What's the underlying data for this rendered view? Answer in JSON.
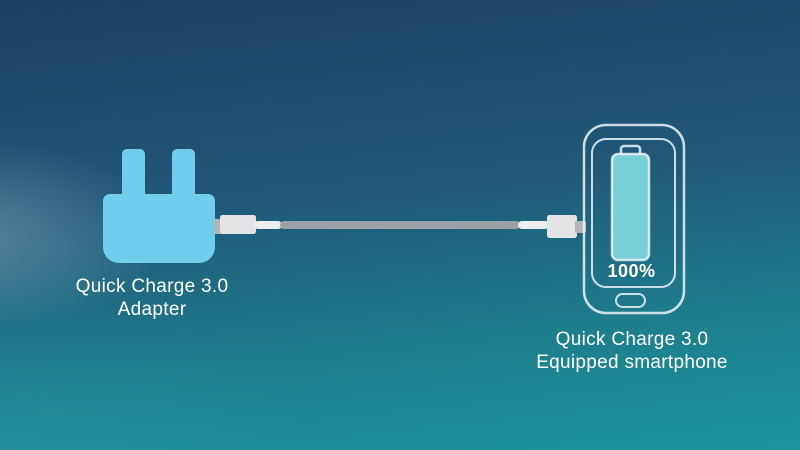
{
  "adapter": {
    "label_line1": "Quick Charge 3.0",
    "label_line2": "Adapter"
  },
  "phone": {
    "battery_percent": "100%",
    "label_line1": "Quick Charge 3.0",
    "label_line2": "Equipped smartphone"
  },
  "colors": {
    "bg_top": "#1d3f60",
    "bg_bottom": "#1b959d",
    "adapter_blue": "#70cdee",
    "battery_fill": "#79cfd6",
    "cable_gray": "#9aa0a4",
    "connector_light": "#e2e4e5",
    "strain_white": "#ecedee",
    "nub_gray": "#b2b5b8",
    "phone_outline": "rgba(233,246,248,0.85)",
    "text_white": "#ffffff"
  }
}
